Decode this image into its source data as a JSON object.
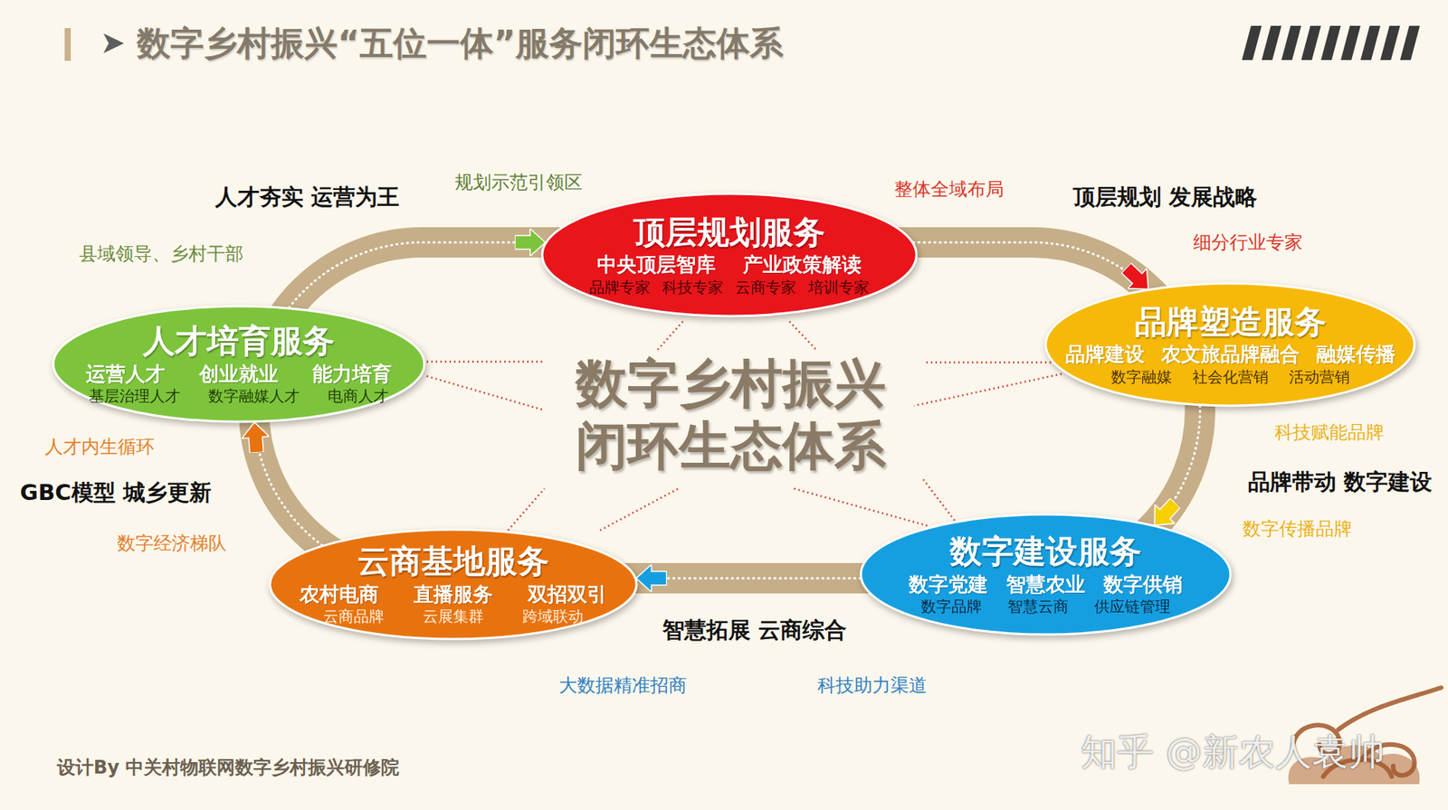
{
  "diagram": {
    "title": "数字乡村振兴“五位一体”服务闭环生态体系",
    "caption": "设计By 中关村物联网数字乡村振兴研修院",
    "nodes": [
      {
        "text": [
          "顶层规划服务",
          "中央顶层智库",
          "产业政策解读",
          "品牌专家",
          "科技专家",
          "云商专家",
          "培训专家"
        ]
      },
      {
        "text": [
          "品牌塑造服务",
          "品牌建设",
          "农文旅品牌融合",
          "融媒传播",
          "数字融媒",
          "社会化营销",
          "活动营销"
        ]
      },
      {
        "text": [
          "数字建设服务",
          "数字党建",
          "智慧农业",
          "数字供销",
          "数字品牌",
          "智慧云商",
          "供应链管理"
        ]
      },
      {
        "text": [
          "云商基地服务",
          "农村电商",
          "直播服务",
          "双招双引",
          "云商品牌",
          "云展集群",
          "跨域联动"
        ]
      },
      {
        "text": [
          "人才培育服务",
          "运营人才",
          "创业就业",
          "能力培育",
          "基层治理人才",
          "数字融媒人才",
          "电商人才"
        ]
      }
    ],
    "edges": [
      {
        "from": 0,
        "to": 1,
        "arrow": "to"
      },
      {
        "from": 1,
        "to": 2,
        "arrow": "to"
      },
      {
        "from": 2,
        "to": 3,
        "arrow": "to"
      },
      {
        "from": 3,
        "to": 4,
        "arrow": "to"
      },
      {
        "from": 4,
        "to": 0,
        "arrow": "to"
      }
    ],
    "labels": [
      "人才夯实 运营为王",
      "规划示范引领区",
      "整体全域布局",
      "顶层规划 发展战略",
      "县域领导、乡村干部",
      "细分行业专家",
      "数字乡村振兴 闭环生态体系",
      "科技赋能品牌",
      "人才内生循环",
      "品牌带动 数字建设",
      "GBC模型 城乡更新",
      "数字传播品牌",
      "数字经济梯队",
      "智慧拓展 云商综合",
      "大数据精准招商",
      "科技助力渠道",
      "知乎 @新农人袁帅"
    ]
  }
}
